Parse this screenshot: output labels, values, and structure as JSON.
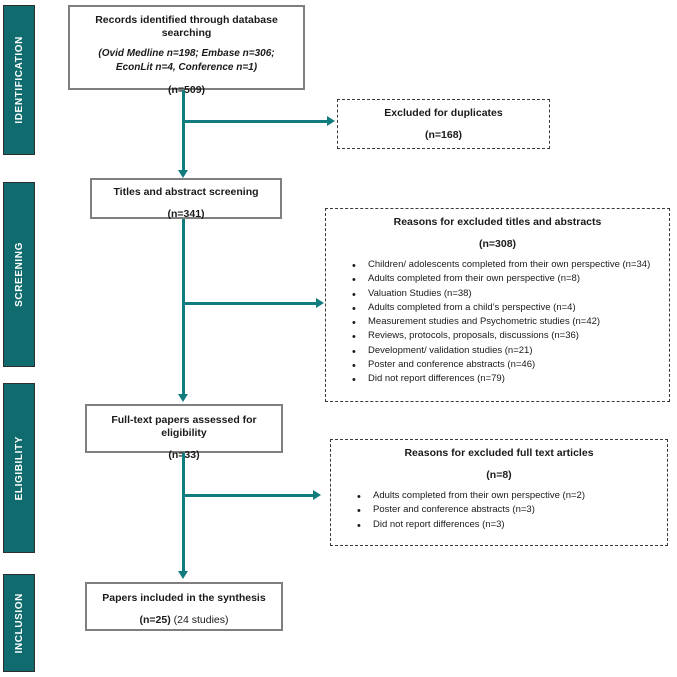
{
  "colors": {
    "sidebar_teal": "#0f6b6d",
    "arrow_teal": "#117c7e",
    "box_border": "#7f7f7f",
    "dashed_border": "#3a3a3a",
    "sidebar_text": "#ffffff"
  },
  "sidebar": {
    "stages": {
      "identification": "IDENTIFICATION",
      "screening": "SCREENING",
      "eligibility": "ELIGIBILITY",
      "inclusion": "INCLUSION"
    }
  },
  "flow": {
    "records_identified": {
      "title": "Records identified through database searching",
      "detail": "(Ovid Medline n=198; Embase n=306; EconLit n=4, Conference n=1)",
      "count": "(n=509)"
    },
    "duplicates_excluded": {
      "title": "Excluded for duplicates",
      "count": "(n=168)"
    },
    "title_abstract_screening": {
      "title": "Titles and abstract screening",
      "count": "(n=341)"
    },
    "title_abstract_exclusions": {
      "title": "Reasons for excluded titles and abstracts",
      "count": "(n=308)",
      "reasons": [
        "Children/ adolescents completed from their own perspective (n=34)",
        "Adults completed from their own perspective (n=8)",
        "Valuation Studies (n=38)",
        "Adults completed from a child’s perspective (n=4)",
        "Measurement studies and Psychometric studies (n=42)",
        "Reviews, protocols, proposals, discussions (n=36)",
        "Development/ validation studies (n=21)",
        "Poster and conference abstracts (n=46)",
        "Did not report differences (n=79)"
      ]
    },
    "full_text_assessed": {
      "title": "Full-text papers assessed for eligibility",
      "count": "(n=33)"
    },
    "full_text_exclusions": {
      "title": "Reasons for excluded full text articles",
      "count": "(n=8)",
      "reasons": [
        "Adults completed from their own perspective (n=2)",
        "Poster and conference abstracts (n=3)",
        "Did not report differences (n=3)"
      ]
    },
    "included": {
      "title": "Papers included in the synthesis",
      "count": "(n=25)",
      "count_suffix": "(24 studies)"
    }
  }
}
